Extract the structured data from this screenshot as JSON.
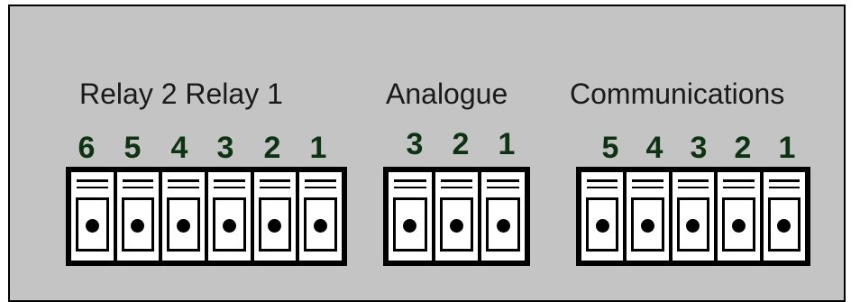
{
  "groups": [
    {
      "label": "Relay 2 Relay 1",
      "pins": [
        "6",
        "5",
        "4",
        "3",
        "2",
        "1"
      ]
    },
    {
      "label": "Analogue",
      "pins": [
        "3",
        "2",
        "1"
      ]
    },
    {
      "label": "Communications",
      "pins": [
        "5",
        "4",
        "3",
        "2",
        "1"
      ]
    }
  ],
  "colors": {
    "panel": "#c4c4c4",
    "pin_numbers": "#0d3313",
    "connector": "#000000"
  },
  "icons": {
    "terminal": "screw-terminal-icon"
  }
}
